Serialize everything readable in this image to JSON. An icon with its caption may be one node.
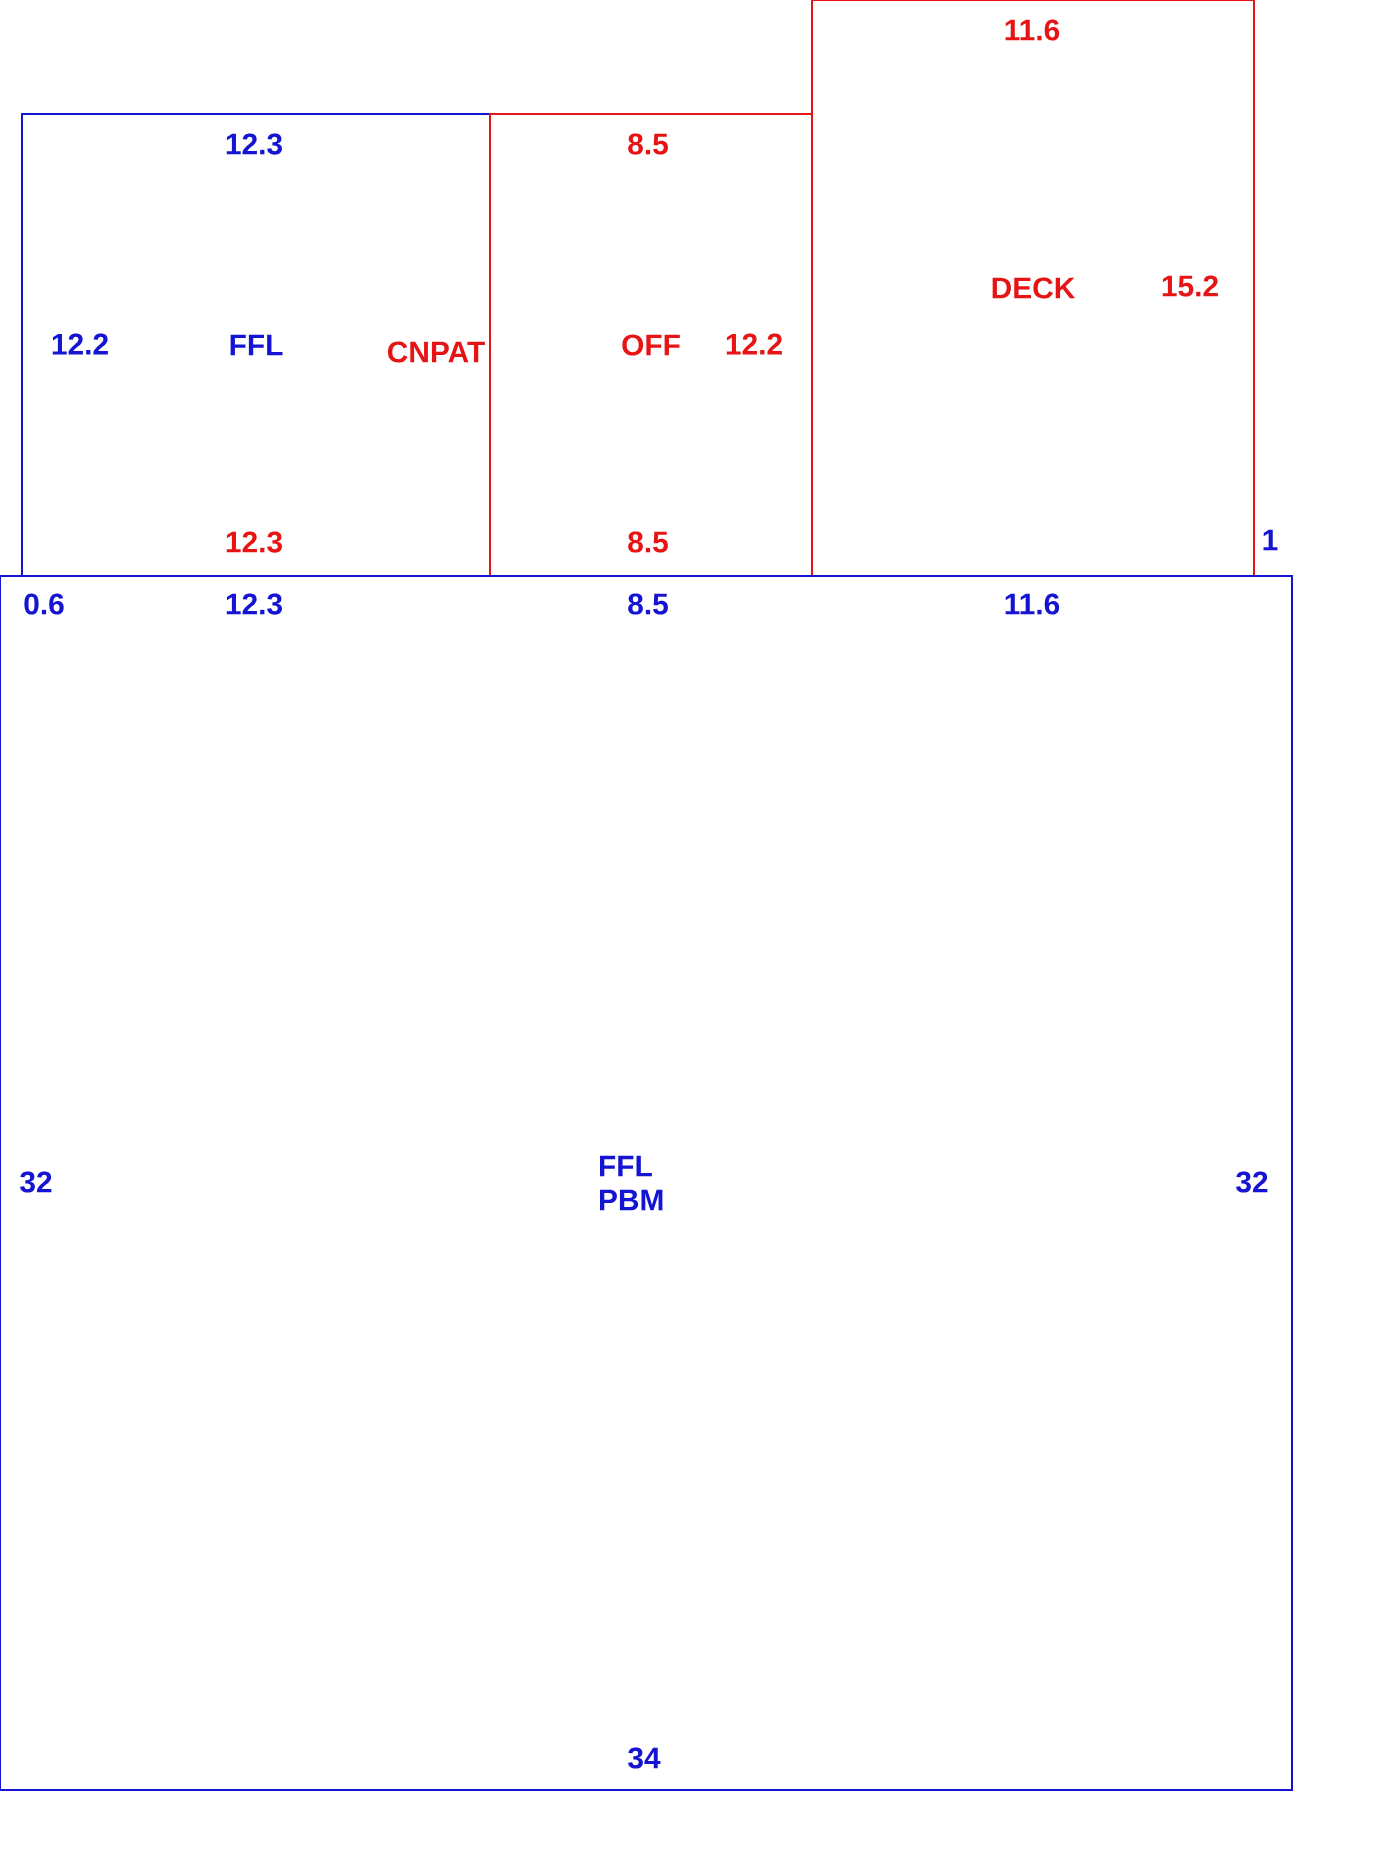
{
  "diagram": {
    "nodes": [
      {
        "text": [
          "FFL"
        ]
      },
      {
        "text": [
          "OFF"
        ]
      },
      {
        "text": [
          "DECK"
        ]
      },
      {
        "text": [
          "FFL PBM"
        ]
      }
    ],
    "labels": [
      "11.6",
      "12.3",
      "8.5",
      "15.2",
      "12.2",
      "CNPAT",
      "12.2",
      "12.3",
      "8.5",
      "1",
      "0.6",
      "12.3",
      "8.5",
      "11.6",
      "32",
      "32",
      "34"
    ]
  }
}
